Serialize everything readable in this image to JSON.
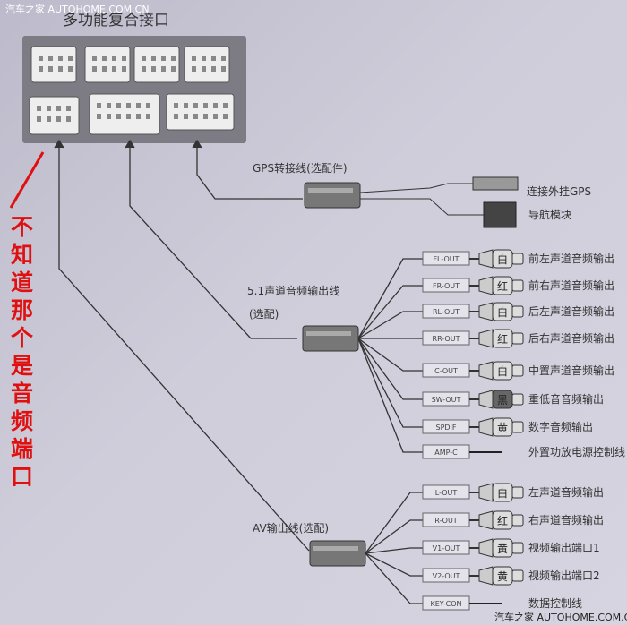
{
  "watermark_top": "汽车之家 AUTOHOME.COM.CN",
  "watermark_bottom": "汽车之家 AUTOHOME.COM.CN",
  "title": "多功能复合接口",
  "annotation": "不知道那个是音频端口",
  "gps": {
    "label": "GPS转接线(选配件)",
    "outputs": [
      "连接外挂GPS",
      "导航模块"
    ]
  },
  "audio51": {
    "label_line1": "5.1声道音频输出线",
    "label_line2": "(选配)",
    "rows": [
      {
        "tag": "FL-OUT",
        "color": "白",
        "desc": "前左声道音频输出"
      },
      {
        "tag": "FR-OUT",
        "color": "红",
        "desc": "前右声道音频输出"
      },
      {
        "tag": "RL-OUT",
        "color": "白",
        "desc": "后左声道音频输出"
      },
      {
        "tag": "RR-OUT",
        "color": "红",
        "desc": "后右声道音频输出"
      },
      {
        "tag": "C-OUT",
        "color": "白",
        "desc": "中置声道音频输出"
      },
      {
        "tag": "SW-OUT",
        "color": "黑",
        "desc": "重低音音频输出"
      },
      {
        "tag": "SPDIF",
        "color": "黄",
        "desc": "数字音频输出"
      },
      {
        "tag": "AMP-C",
        "color": "",
        "desc": "外置功放电源控制线"
      }
    ]
  },
  "av": {
    "label": "AV输出线(选配)",
    "rows": [
      {
        "tag": "L-OUT",
        "color": "白",
        "desc": "左声道音频输出"
      },
      {
        "tag": "R-OUT",
        "color": "红",
        "desc": "右声道音频输出"
      },
      {
        "tag": "V1-OUT",
        "color": "黄",
        "desc": "视频输出端口1"
      },
      {
        "tag": "V2-OUT",
        "color": "黄",
        "desc": "视频输出端口2"
      },
      {
        "tag": "KEY-CON",
        "color": "",
        "desc": "数据控制线"
      }
    ]
  }
}
